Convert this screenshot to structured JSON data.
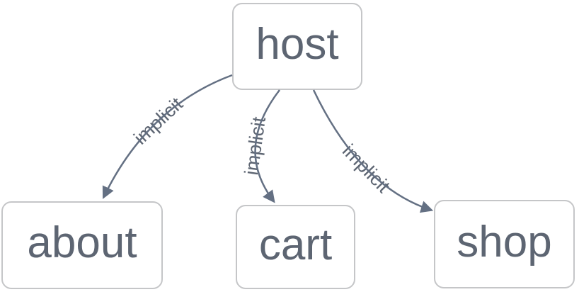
{
  "diagram": {
    "type": "flowchart",
    "direction": "top-down",
    "nodes": [
      {
        "id": "host",
        "label": "host"
      },
      {
        "id": "about",
        "label": "about"
      },
      {
        "id": "cart",
        "label": "cart"
      },
      {
        "id": "shop",
        "label": "shop"
      }
    ],
    "edges": [
      {
        "from": "host",
        "to": "about",
        "label": "implicit"
      },
      {
        "from": "host",
        "to": "cart",
        "label": "implicit"
      },
      {
        "from": "host",
        "to": "shop",
        "label": "implicit"
      }
    ],
    "colors": {
      "background": "#ffffff",
      "node_fill": "#ffffff",
      "node_border": "#c5c6c8",
      "node_text": "#5d6572",
      "edge_stroke": "#647083",
      "edge_label_text": "#5d6572"
    }
  }
}
